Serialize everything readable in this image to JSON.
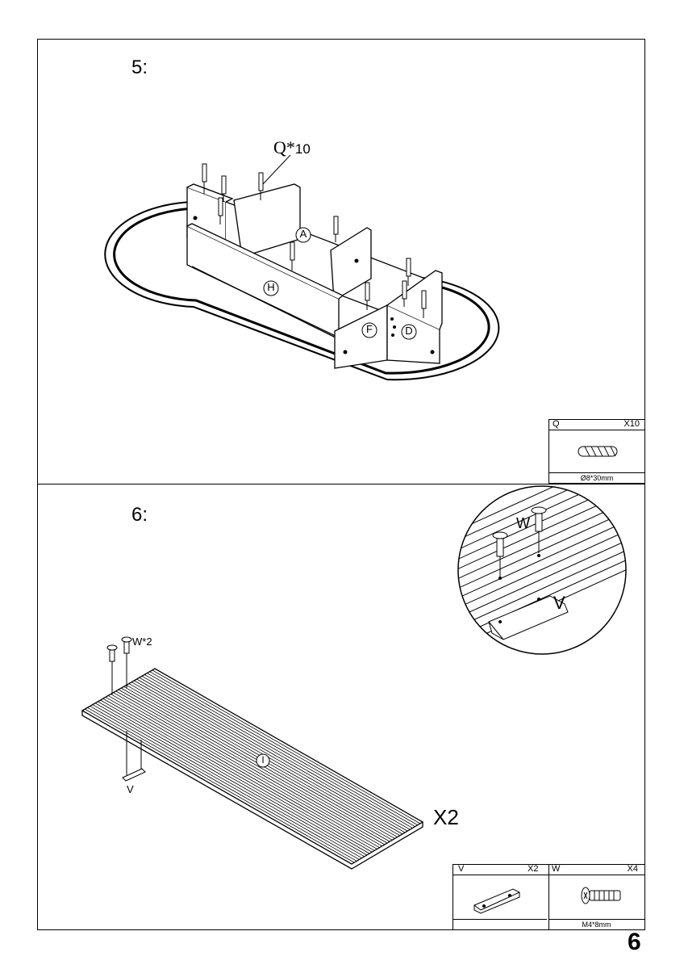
{
  "steps": [
    {
      "number": "5:",
      "callout": {
        "part": "Q",
        "multiplier": "*",
        "count": "10"
      },
      "panel_letters": [
        "A",
        "H",
        "F",
        "D"
      ],
      "parts_table": {
        "part": "Q",
        "qty": "X10",
        "size": "Ø8*30mm",
        "icon": "wooden-dowel-icon"
      }
    },
    {
      "number": "6:",
      "panel_letter": "I",
      "quantity": "X2",
      "screw_callout": "W*2",
      "bracket_callout": "V",
      "detail_screw_label": "W",
      "detail_bracket_label": "V",
      "parts_table": [
        {
          "part": "V",
          "qty": "X2",
          "size": "",
          "icon": "handle-bracket-icon"
        },
        {
          "part": "W",
          "qty": "X4",
          "size": "M4*8mm",
          "icon": "phillips-screw-icon"
        }
      ]
    }
  ],
  "page_number": "6",
  "colors": {
    "line": "#000000",
    "background": "#ffffff"
  }
}
